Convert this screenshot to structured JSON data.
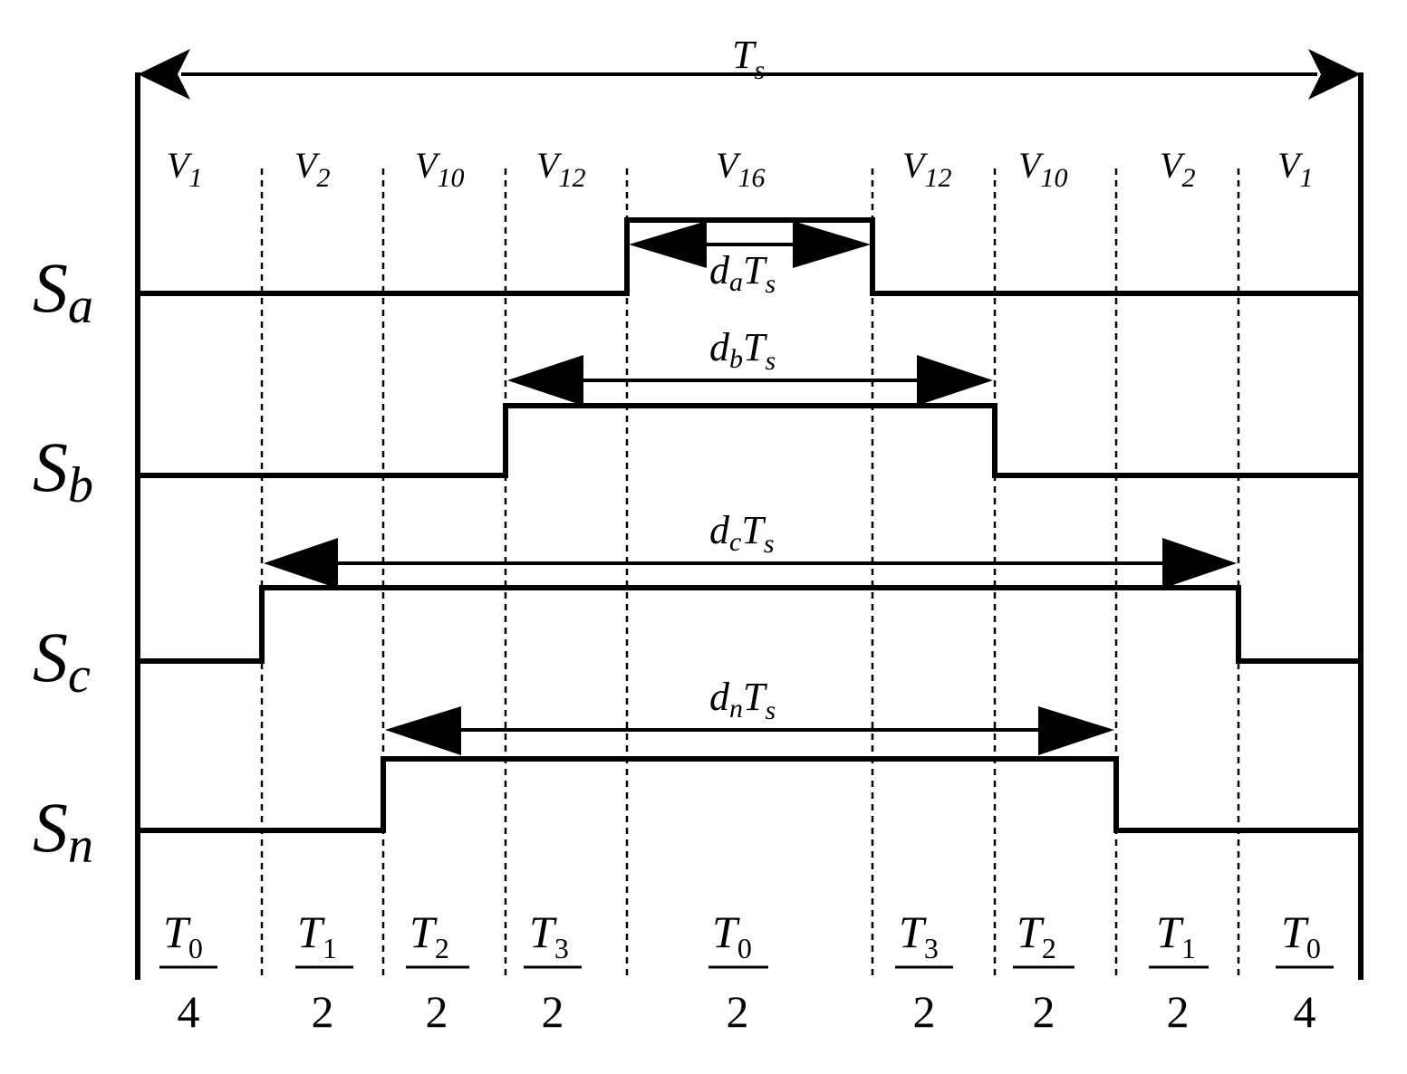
{
  "period": {
    "main": "T",
    "sub": "s"
  },
  "vectors": [
    {
      "main": "V",
      "sub": "1"
    },
    {
      "main": "V",
      "sub": "2"
    },
    {
      "main": "V",
      "sub": "10"
    },
    {
      "main": "V",
      "sub": "12"
    },
    {
      "main": "V",
      "sub": "16"
    },
    {
      "main": "V",
      "sub": "12"
    },
    {
      "main": "V",
      "sub": "10"
    },
    {
      "main": "V",
      "sub": "2"
    },
    {
      "main": "V",
      "sub": "1"
    }
  ],
  "signals": [
    {
      "main": "S",
      "sub": "a",
      "duty": {
        "d": "d",
        "dsub": "a",
        "t": "T",
        "tsub": "s"
      }
    },
    {
      "main": "S",
      "sub": "b",
      "duty": {
        "d": "d",
        "dsub": "b",
        "t": "T",
        "tsub": "s"
      }
    },
    {
      "main": "S",
      "sub": "c",
      "duty": {
        "d": "d",
        "dsub": "c",
        "t": "T",
        "tsub": "s"
      }
    },
    {
      "main": "S",
      "sub": "n",
      "duty": {
        "d": "d",
        "dsub": "n",
        "t": "T",
        "tsub": "s"
      }
    }
  ],
  "durations": [
    {
      "num": "T",
      "sub": "0",
      "den": "4"
    },
    {
      "num": "T",
      "sub": "1",
      "den": "2"
    },
    {
      "num": "T",
      "sub": "2",
      "den": "2"
    },
    {
      "num": "T",
      "sub": "3",
      "den": "2"
    },
    {
      "num": "T",
      "sub": "0",
      "den": "2"
    },
    {
      "num": "T",
      "sub": "3",
      "den": "2"
    },
    {
      "num": "T",
      "sub": "2",
      "den": "2"
    },
    {
      "num": "T",
      "sub": "1",
      "den": "2"
    },
    {
      "num": "T",
      "sub": "0",
      "den": "4"
    }
  ]
}
